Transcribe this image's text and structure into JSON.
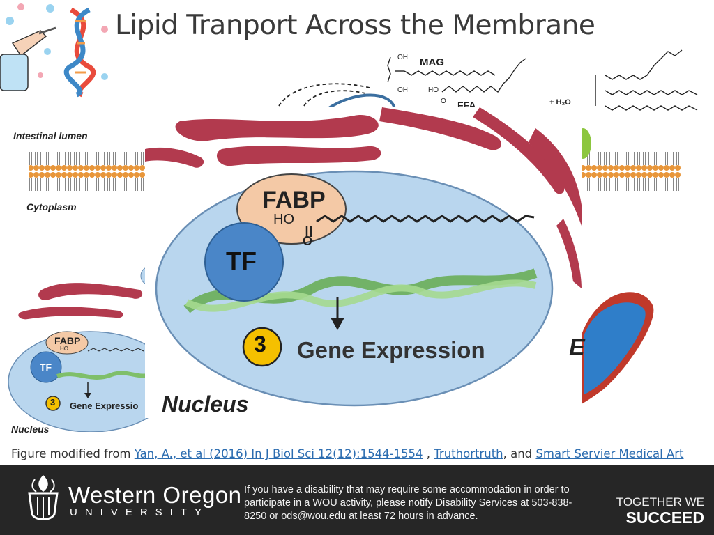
{
  "slide": {
    "title": "Lipid Tranport Across the Membrane"
  },
  "diagram": {
    "labels": {
      "intestinal_lumen": "Intestinal lumen",
      "cytoplasm": "Cytoplasm",
      "nucleus_small": "Nucleus",
      "nucleus_zoom": "Nucleus",
      "mag": "MAG",
      "ffa": "FFA",
      "water": "+ H₂O",
      "oh": "OH",
      "ho": "HO",
      "o": "O",
      "fabp_small": "FABP",
      "tf_small": "TF",
      "step_small": "3",
      "gene_expression_small": "Gene Expressio",
      "fabp_zoom": "FABP",
      "tf_zoom": "TF",
      "step_zoom": "3",
      "gene_expression_zoom": "Gene Expression",
      "partial_letter": "E"
    },
    "colors": {
      "nucleus_fill": "#b9d6ee",
      "nucleus_stroke": "#6a8fb5",
      "fabp_fill": "#f4c9a6",
      "tf_fill": "#4a86c8",
      "er_fill": "#b23a4e",
      "dna_green": "#7fbf6a",
      "step_yellow": "#f5c000",
      "membrane_head": "#e8963a"
    }
  },
  "caption": {
    "prefix": "Figure modified from ",
    "link1": "Yan, A., et al (2016) In J Biol Sci 12(12):1544-1554",
    "sep1": " , ",
    "link2": "Truthortruth",
    "sep2": ", and ",
    "link3": "Smart Servier Medical Art"
  },
  "footer": {
    "logo_name": "Western Oregon",
    "logo_sub": "UNIVERSITY",
    "accessibility_text": "If you have a disability that may require some accommodation in order to participate in a WOU activity, please notify Disability Services at 503-838-8250 or ods@wou.edu at least 72 hours in advance.",
    "tagline_1": "TOGETHER WE",
    "tagline_2": "SUCCEED"
  }
}
